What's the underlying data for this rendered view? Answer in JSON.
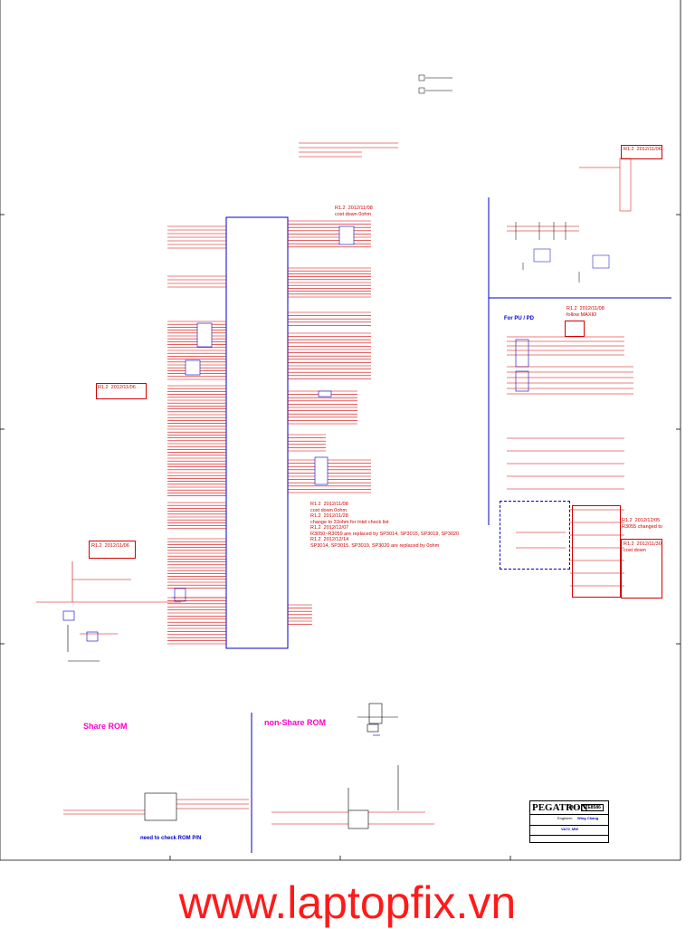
{
  "notes": {
    "r12_1108_a": "R1.2  2012/11/08\ncost down 0ohm",
    "r12_1108_b": "R1.2  2012/11/08\nfollow MAXIO",
    "r12_1108_c": "R1.2  2012/11/08\ncost down 0ohm\nR1.2  2012/11/28\nchange to 33ohm for Intel check list\nR1.2  2012/12/07\nR3050~R3059 are replaced by SP3014, SP3015, SP3019, SP3020\nR1.2  2012/12/14\nSP3014, SP3015, SP3019, SP3020 are replaced by 0ohm",
    "r12_1106_a": "R1.2  2012/11/06",
    "r12_1106_b": "R1.2  2012/11/06",
    "r12_1106_c": "R1.2  2012/11/06",
    "r12_1205": "R1.2  2012/12/05\nR3055 changed to",
    "r12_1130": "R1.2  2012/11/30\ncost down"
  },
  "sections": {
    "share_rom": "Share ROM",
    "non_share_rom": "non-Share ROM",
    "need_check": "need to check ROM P/N",
    "for_pu_pd": "For PU / PD"
  },
  "title_block": {
    "brand": "PEGATRON",
    "title_label": "Title :",
    "title_value": "ITE8586",
    "engineer_label": "Engineer:",
    "engineer_value": "Wing Chang",
    "project_value": "VA70_MW"
  },
  "watermark": "www.laptopfix.vn",
  "colors": {
    "net": "#d40000",
    "bus": "#0000cc",
    "ink": "#000000",
    "section_label": "#ff00cc",
    "watermark": "#ff1a1a"
  }
}
